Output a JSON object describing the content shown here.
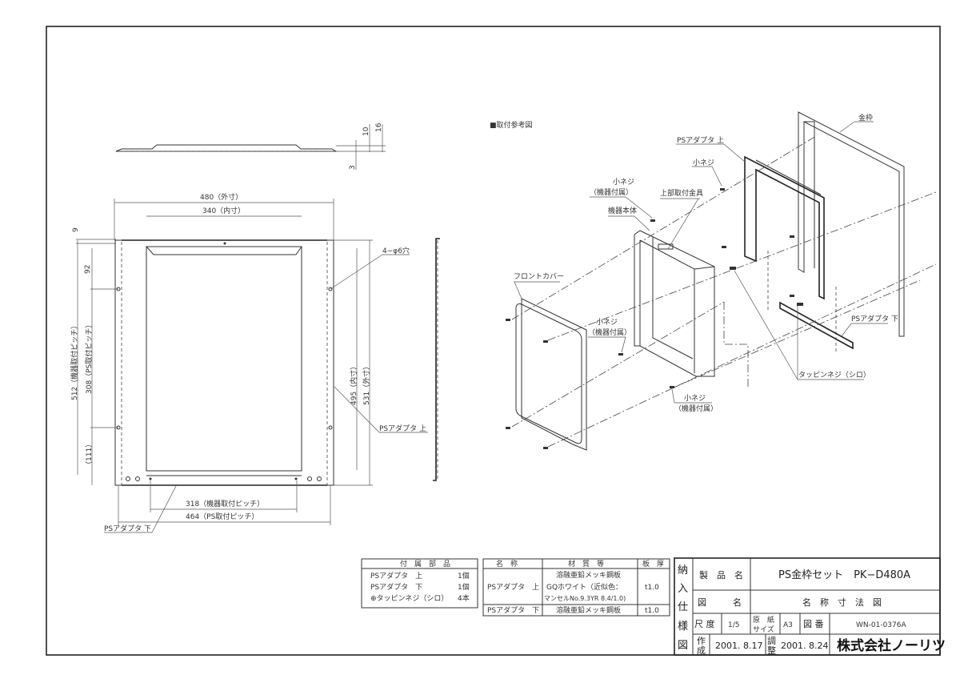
{
  "left_view": {
    "dim_10": "10",
    "dim_16": "16",
    "dim_3": "3",
    "dim_480": "480（外寸）",
    "dim_340": "340（内寸）",
    "dim_9": "9",
    "dim_92": "92",
    "dim_512": "512（機器取付ピッチ）",
    "dim_308": "308（PS取付ピッチ）",
    "dim_111": "（111）",
    "dim_495": "495（内寸）",
    "dim_531": "531（外寸）",
    "dim_318": "318（機器取付ピッチ）",
    "dim_464": "464（PS取付ピッチ）",
    "label_holes": "4−φ6穴",
    "label_adapter_upper": "PSアダプタ 上",
    "label_adapter_lower": "PSアダプタ 下"
  },
  "right_view": {
    "title": "■取付参考図",
    "label_frame": "金枠",
    "label_adapter_upper": "PSアダプタ 上",
    "label_screw_1": "小ネジ",
    "label_screw_2": "小ネジ",
    "label_screw_2_note": "（機器付属）",
    "label_top_bracket": "上部取付金具",
    "label_body": "機器本体",
    "label_front_cover": "フロントカバー",
    "label_screw_3": "小ネジ",
    "label_screw_3_note": "（機器付属）",
    "label_adapter_lower": "PSアダプタ 下",
    "label_tapping": "タッピンネジ（シロ）",
    "label_screw_4": "小ネジ",
    "label_screw_4_note": "（機器付属）"
  },
  "accessories": {
    "header": "付　属　部　品",
    "rows": [
      {
        "name": "PSアダプタ　上",
        "qty": "1個"
      },
      {
        "name": "PSアダプタ　下",
        "qty": "1個"
      },
      {
        "name": "⊕タッピンネジ（シロ）",
        "qty": "4本"
      }
    ]
  },
  "materials": {
    "headers": [
      "名　称",
      "材　質　等",
      "板　厚"
    ],
    "rows": [
      {
        "name": "PSアダプタ　上",
        "material": [
          "溶融亜鉛メッキ鋼板",
          "GQホワイト（近似色：",
          "マンセルNo.9.3YR 8.4/1.0)"
        ],
        "thickness": "t1.0"
      },
      {
        "name": "PSアダプタ　下",
        "material": [
          "溶融亜鉛メッキ鋼板"
        ],
        "thickness": "t1.0"
      }
    ]
  },
  "title_block": {
    "side": [
      "納",
      "入",
      "仕",
      "様",
      "図"
    ],
    "product_label": "製　品　名",
    "product_value": "PS金枠セット　PK−D480A",
    "drawing_label": "図　　　名",
    "drawing_value": "名　称　寸　法　図",
    "scale_label": "尺 度",
    "scale_value": "1/5",
    "paper_label_1": "原　紙",
    "paper_label_2": "サイズ",
    "paper_value": "A3",
    "number_label": "図 番",
    "number_value": "WN-01-0376A",
    "created_label_1": "作",
    "created_label_2": "成",
    "created_value": "2001. 8.17",
    "adjusted_label_1": "調",
    "adjusted_label_2": "整",
    "adjusted_value": "2001. 8.24",
    "company": "株式会社ノーリツ"
  }
}
